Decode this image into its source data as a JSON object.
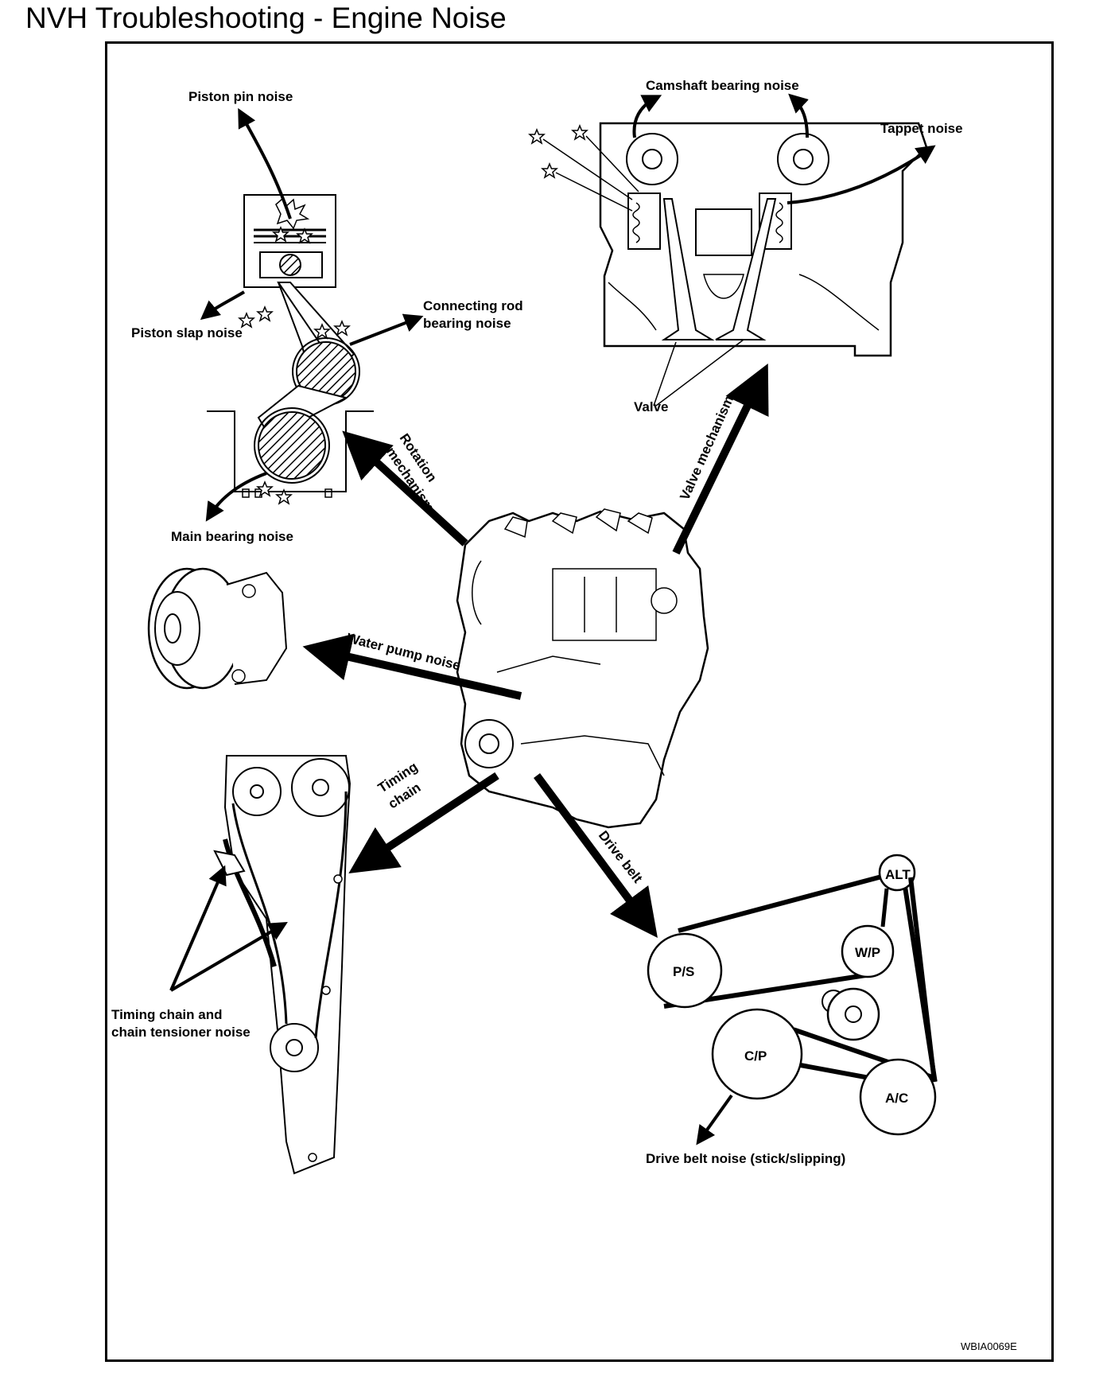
{
  "title": "NVH Troubleshooting - Engine Noise",
  "labels": {
    "piston_pin": "Piston pin noise",
    "piston_slap": "Piston slap noise",
    "conrod_line1": "Connecting rod",
    "conrod_line2": "bearing noise",
    "main_bearing": "Main bearing noise",
    "camshaft_bearing": "Camshaft bearing noise",
    "tappet": "Tappet noise",
    "valve": "Valve",
    "rotation_line1": "Rotation",
    "rotation_line2": "mechanism",
    "valve_mechanism": "Valve mechanism",
    "water_pump": "Water pump noise",
    "timing_line1": "Timing",
    "timing_line2": "chain",
    "drive_belt": "Drive belt",
    "timing_tensioner_line1": "Timing chain and",
    "timing_tensioner_line2": "chain tensioner noise",
    "drive_belt_noise": "Drive belt noise (stick/slipping)"
  },
  "pulleys": {
    "alt": "ALT",
    "wp": "W/P",
    "ps": "P/S",
    "cp": "C/P",
    "ac": "A/C"
  },
  "figure_code": "WBIA0069E",
  "icons": {
    "noise_marker": "star-icon",
    "direction": "arrow-icon"
  }
}
